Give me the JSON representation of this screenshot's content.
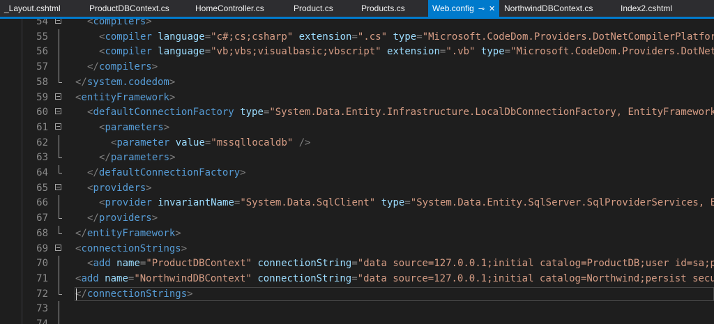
{
  "tabs": [
    {
      "label": "_Layout.cshtml",
      "active": false
    },
    {
      "label": "ProductDBContext.cs",
      "active": false
    },
    {
      "label": "HomeController.cs",
      "active": false
    },
    {
      "label": "Product.cs",
      "active": false
    },
    {
      "label": "Products.cs",
      "active": false
    },
    {
      "label": "Web.config",
      "active": true
    },
    {
      "label": "NorthwindDBContext.cs",
      "active": false
    },
    {
      "label": "Index2.cshtml",
      "active": false
    }
  ],
  "active_tab_icons": {
    "pin": "pin-icon",
    "close": "close-icon"
  },
  "colors": {
    "editor_background": "#1e1e1e",
    "tabbar_background": "#2d2d30",
    "accent": "#007acc",
    "tag_name": "#569cd6",
    "attribute_name": "#9cdcfe",
    "attribute_value": "#d69d85",
    "punctuation": "#808080",
    "line_number": "#8a8a8a"
  },
  "editor": {
    "current_line": 72,
    "lines": [
      {
        "num": "54",
        "indent": 1,
        "fold": "box",
        "tokens": [
          {
            "t": "<",
            "c": "t"
          },
          {
            "t": "compilers",
            "c": "n"
          },
          {
            "t": ">",
            "c": "t"
          }
        ]
      },
      {
        "num": "55",
        "indent": 2,
        "fold": "",
        "tokens": [
          {
            "t": "<",
            "c": "t"
          },
          {
            "t": "compiler",
            "c": "n"
          },
          {
            "t": " language",
            "c": "a"
          },
          {
            "t": "=",
            "c": "t"
          },
          {
            "t": "\"c#;cs;csharp\"",
            "c": "v"
          },
          {
            "t": " extension",
            "c": "a"
          },
          {
            "t": "=",
            "c": "t"
          },
          {
            "t": "\".cs\"",
            "c": "v"
          },
          {
            "t": " type",
            "c": "a"
          },
          {
            "t": "=",
            "c": "t"
          },
          {
            "t": "\"Microsoft.CodeDom.Providers.DotNetCompilerPlatfor",
            "c": "v"
          }
        ]
      },
      {
        "num": "56",
        "indent": 2,
        "fold": "",
        "tokens": [
          {
            "t": "<",
            "c": "t"
          },
          {
            "t": "compiler",
            "c": "n"
          },
          {
            "t": " language",
            "c": "a"
          },
          {
            "t": "=",
            "c": "t"
          },
          {
            "t": "\"vb;vbs;visualbasic;vbscript\"",
            "c": "v"
          },
          {
            "t": " extension",
            "c": "a"
          },
          {
            "t": "=",
            "c": "t"
          },
          {
            "t": "\".vb\"",
            "c": "v"
          },
          {
            "t": " type",
            "c": "a"
          },
          {
            "t": "=",
            "c": "t"
          },
          {
            "t": "\"Microsoft.CodeDom.Providers.DotNetC",
            "c": "v"
          }
        ]
      },
      {
        "num": "57",
        "indent": 1,
        "fold": "",
        "tokens": [
          {
            "t": "</",
            "c": "t"
          },
          {
            "t": "compilers",
            "c": "n"
          },
          {
            "t": ">",
            "c": "t"
          }
        ]
      },
      {
        "num": "58",
        "indent": 0,
        "fold": "end",
        "tokens": [
          {
            "t": "</",
            "c": "t"
          },
          {
            "t": "system.codedom",
            "c": "n"
          },
          {
            "t": ">",
            "c": "t"
          }
        ]
      },
      {
        "num": "59",
        "indent": 0,
        "fold": "box",
        "tokens": [
          {
            "t": "<",
            "c": "t"
          },
          {
            "t": "entityFramework",
            "c": "n"
          },
          {
            "t": ">",
            "c": "t"
          }
        ]
      },
      {
        "num": "60",
        "indent": 1,
        "fold": "box",
        "tokens": [
          {
            "t": "<",
            "c": "t"
          },
          {
            "t": "defaultConnectionFactory",
            "c": "n"
          },
          {
            "t": " type",
            "c": "a"
          },
          {
            "t": "=",
            "c": "t"
          },
          {
            "t": "\"System.Data.Entity.Infrastructure.LocalDbConnectionFactory, EntityFramework",
            "c": "v"
          }
        ]
      },
      {
        "num": "61",
        "indent": 2,
        "fold": "box",
        "tokens": [
          {
            "t": "<",
            "c": "t"
          },
          {
            "t": "parameters",
            "c": "n"
          },
          {
            "t": ">",
            "c": "t"
          }
        ]
      },
      {
        "num": "62",
        "indent": 3,
        "fold": "",
        "tokens": [
          {
            "t": "<",
            "c": "t"
          },
          {
            "t": "parameter",
            "c": "n"
          },
          {
            "t": " value",
            "c": "a"
          },
          {
            "t": "=",
            "c": "t"
          },
          {
            "t": "\"mssqllocaldb\"",
            "c": "v"
          },
          {
            "t": " />",
            "c": "t"
          }
        ]
      },
      {
        "num": "63",
        "indent": 2,
        "fold": "end",
        "tokens": [
          {
            "t": "</",
            "c": "t"
          },
          {
            "t": "parameters",
            "c": "n"
          },
          {
            "t": ">",
            "c": "t"
          }
        ]
      },
      {
        "num": "64",
        "indent": 1,
        "fold": "end",
        "tokens": [
          {
            "t": "</",
            "c": "t"
          },
          {
            "t": "defaultConnectionFactory",
            "c": "n"
          },
          {
            "t": ">",
            "c": "t"
          }
        ]
      },
      {
        "num": "65",
        "indent": 1,
        "fold": "box",
        "tokens": [
          {
            "t": "<",
            "c": "t"
          },
          {
            "t": "providers",
            "c": "n"
          },
          {
            "t": ">",
            "c": "t"
          }
        ]
      },
      {
        "num": "66",
        "indent": 2,
        "fold": "",
        "tokens": [
          {
            "t": "<",
            "c": "t"
          },
          {
            "t": "provider",
            "c": "n"
          },
          {
            "t": " invariantName",
            "c": "a"
          },
          {
            "t": "=",
            "c": "t"
          },
          {
            "t": "\"System.Data.SqlClient\"",
            "c": "v"
          },
          {
            "t": " type",
            "c": "a"
          },
          {
            "t": "=",
            "c": "t"
          },
          {
            "t": "\"System.Data.Entity.SqlServer.SqlProviderServices, E",
            "c": "v"
          }
        ]
      },
      {
        "num": "67",
        "indent": 1,
        "fold": "end",
        "tokens": [
          {
            "t": "</",
            "c": "t"
          },
          {
            "t": "providers",
            "c": "n"
          },
          {
            "t": ">",
            "c": "t"
          }
        ]
      },
      {
        "num": "68",
        "indent": 0,
        "fold": "end",
        "tokens": [
          {
            "t": "</",
            "c": "t"
          },
          {
            "t": "entityFramework",
            "c": "n"
          },
          {
            "t": ">",
            "c": "t"
          }
        ]
      },
      {
        "num": "69",
        "indent": 0,
        "fold": "box",
        "tokens": [
          {
            "t": "<",
            "c": "t"
          },
          {
            "t": "connectionStrings",
            "c": "n"
          },
          {
            "t": ">",
            "c": "t"
          }
        ]
      },
      {
        "num": "70",
        "indent": 1,
        "fold": "",
        "tokens": [
          {
            "t": "<",
            "c": "t"
          },
          {
            "t": "add",
            "c": "n"
          },
          {
            "t": " name",
            "c": "a"
          },
          {
            "t": "=",
            "c": "t"
          },
          {
            "t": "\"ProductDBContext\"",
            "c": "v"
          },
          {
            "t": " connectionString",
            "c": "a"
          },
          {
            "t": "=",
            "c": "t"
          },
          {
            "t": "\"data source=127.0.0.1;initial catalog=ProductDB;user id=sa;p",
            "c": "v"
          }
        ]
      },
      {
        "num": "71",
        "indent": 0,
        "fold": "",
        "tokens": [
          {
            "t": "<",
            "c": "t"
          },
          {
            "t": "add",
            "c": "n"
          },
          {
            "t": " name",
            "c": "a"
          },
          {
            "t": "=",
            "c": "t"
          },
          {
            "t": "\"NorthwindDBContext\"",
            "c": "v"
          },
          {
            "t": " connectionString",
            "c": "a"
          },
          {
            "t": "=",
            "c": "t"
          },
          {
            "t": "\"data source=127.0.0.1;initial catalog=Northwind;persist secu",
            "c": "v"
          }
        ]
      },
      {
        "num": "72",
        "indent": 0,
        "fold": "end",
        "tokens": [
          {
            "t": "</",
            "c": "t"
          },
          {
            "t": "connectionStrings",
            "c": "n"
          },
          {
            "t": ">",
            "c": "t"
          }
        ]
      },
      {
        "num": "73",
        "indent": 0,
        "fold": "",
        "tokens": []
      },
      {
        "num": "74",
        "indent": 0,
        "fold": "",
        "tokens": []
      }
    ]
  }
}
